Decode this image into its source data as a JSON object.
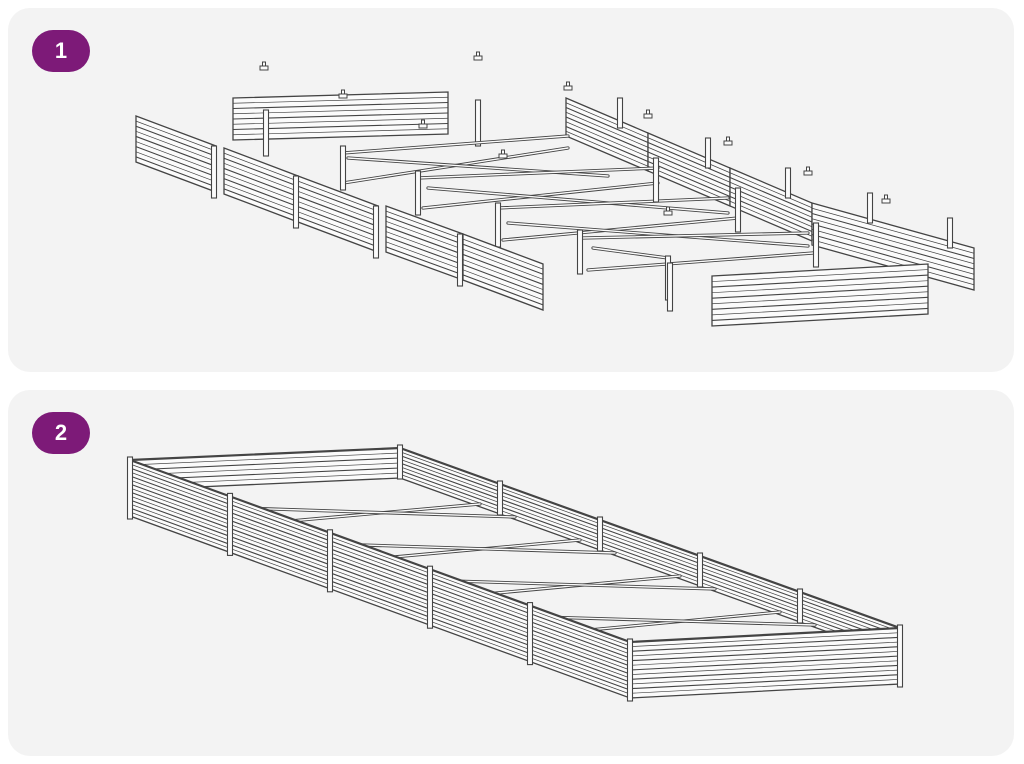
{
  "steps": [
    {
      "number": "1",
      "illustration": "exploded-bed-parts"
    },
    {
      "number": "2",
      "illustration": "assembled-raised-bed"
    }
  ],
  "colors": {
    "badge": "#7d1a78",
    "panel": "#f3f3f3",
    "line": "#444444",
    "fill": "#fbfbfb"
  }
}
